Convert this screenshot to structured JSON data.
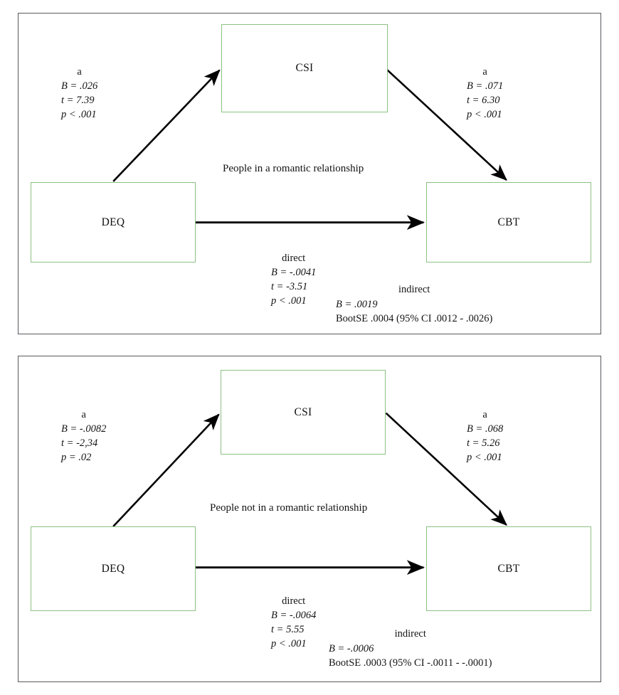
{
  "figure": {
    "panels": [
      {
        "id": "romantic",
        "group_title": "People in a romantic relationship",
        "nodes": {
          "predictor": "DEQ",
          "mediator": "CSI",
          "outcome": "CBT"
        },
        "path_a": {
          "label": "a",
          "b": "B = .026",
          "t": "t = 7.39",
          "p": "p < .001"
        },
        "path_b": {
          "label": "a",
          "b": "B = .071",
          "t": "t = 6.30",
          "p": "p < .001"
        },
        "direct": {
          "label": "direct",
          "b": "B = -.0041",
          "t": "t = -3.51",
          "p": "p < .001"
        },
        "indirect": {
          "label": "indirect",
          "b": "B = .0019",
          "bootse": "BootSE .0004 (95% CI .0012 - .0026)"
        }
      },
      {
        "id": "not-romantic",
        "group_title": "People not in a romantic relationship",
        "nodes": {
          "predictor": "DEQ",
          "mediator": "CSI",
          "outcome": "CBT"
        },
        "path_a": {
          "label": "a",
          "b": "B = -.0082",
          "t": "t = -2,34",
          "p": "p = .02"
        },
        "path_b": {
          "label": "a",
          "b": "B = .068",
          "t": "t = 5.26",
          "p": "p < .001"
        },
        "direct": {
          "label": "direct",
          "b": "B = -.0064",
          "t": "t = 5.55",
          "p": "p < .001"
        },
        "indirect": {
          "label": "indirect",
          "b": "B = -.0006",
          "bootse": "BootSE .0003 (95% CI -.0011 - -.0001)"
        }
      }
    ],
    "colors": {
      "node_border": "#8cc183",
      "panel_border": "#59595f",
      "arrow": "#000000",
      "text": "#141414"
    }
  }
}
